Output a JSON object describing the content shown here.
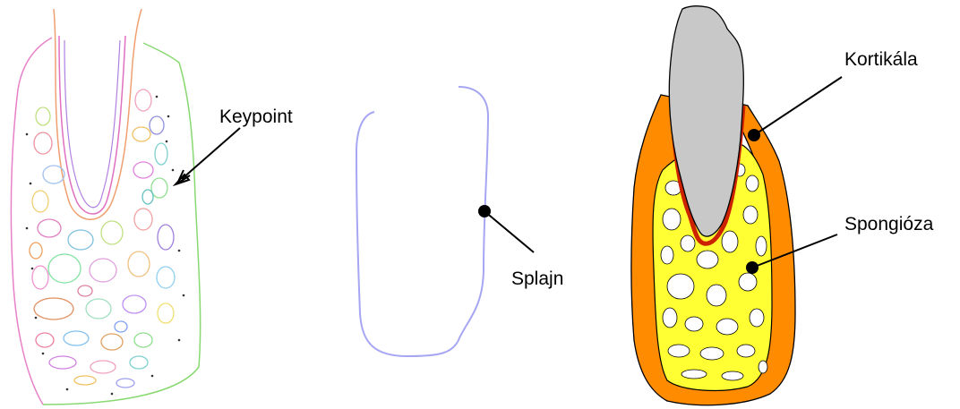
{
  "labels": {
    "keypoint": "Keypoint",
    "spline": "Splajn",
    "cortical": "Kortikála",
    "spongy": "Spongióza"
  },
  "colors": {
    "spline_stroke": "#a6a6f2",
    "tooth_fill": "#c8c8c8",
    "cortical_fill": "#ff8c00",
    "cortical_inner_line": "#cc2200",
    "spongy_fill": "#ffff33",
    "arrow": "#000000"
  },
  "panels": [
    {
      "name": "keypoints-panel",
      "elements": [
        "outer-contour",
        "socket-contour",
        "trabecular-loops",
        "keypoint-dots"
      ]
    },
    {
      "name": "spline-panel",
      "elements": [
        "spline-curve"
      ]
    },
    {
      "name": "segmentation-panel",
      "elements": [
        "tooth",
        "cortical-bone",
        "spongy-bone"
      ]
    }
  ]
}
